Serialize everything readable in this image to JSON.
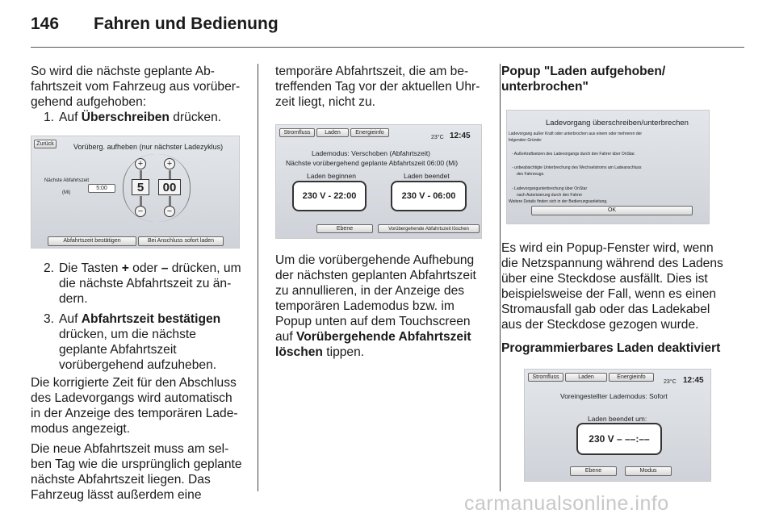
{
  "header": {
    "page_number": "146",
    "title": "Fahren und Bedienung"
  },
  "col1": {
    "intro": "So wird die nächste geplante Ab­fahrtszeit vom Fahrzeug aus vorüber­gehend aufgehoben:",
    "step1": {
      "num": "1.",
      "pre": "Auf ",
      "bold": "Überschreiben",
      "post": " drücken."
    },
    "screen1": {
      "back_button": "Zurück",
      "title": "Vorüberg. aufheben (nur nächster Ladezyklus)",
      "label_departure": "Nächste Abfahrtszeit",
      "label_unit": "(Mi)",
      "field_value": "5:00",
      "hour_digit": "5",
      "minute_digits": "00",
      "plus_symbol": "+",
      "minus_symbol": "−",
      "confirm_button": "Abfahrtszeit bestätigen",
      "immediate_button": "Bei Anschluss sofort laden"
    },
    "step2": {
      "num": "2.",
      "pre": "Die Tasten ",
      "plus": "+",
      "mid": " oder ",
      "minus": "–",
      "post": " drücken, um die nächste Abfahrtszeit zu än­dern."
    },
    "step3": {
      "num": "3.",
      "pre": "Auf ",
      "bold": "Abfahrtszeit bestätigen",
      "post": " drücken, um die nächste geplante Abfahrtszeit vorübergehend auf­zuheben."
    },
    "para1": "Die korrigierte Zeit für den Abschluss des Ladevorgangs wird automatisch in der Anzeige des temporären Lade­modus angezeigt.",
    "para2": "Die neue Abfahrtszeit muss am sel­ben Tag wie die ursprünglich ge­plante nächste Abfahrtszeit liegen. Das Fahrzeug lässt außerdem eine"
  },
  "col2": {
    "para1": "temporäre Abfahrtszeit, die am be­treffenden Tag vor der aktuellen Uhr­zeit liegt, nicht zu.",
    "screen2": {
      "tab1": "Stromfluss",
      "tab2": "Laden",
      "tab3": "Energieinfo",
      "temp": "23°C",
      "time": "12:45",
      "mode": "Lademodus: Verschoben (Abfahrtszeit)",
      "next": "Nächste vorübergehend geplante Abfahrtszeit 06:00 (Mi)",
      "start_label": "Laden beginnen",
      "end_label": "Laden beendet",
      "start_value": "230 V - 22:00",
      "end_value": "230 V - 06:00",
      "btn_level": "Ebene",
      "btn_delete": "Vorübergehende Abfahrtszeit löschen"
    },
    "para2_pre": "Um die vorübergehende Aufhebung der nächsten geplanten Abfahrtszeit zu annullieren, in der Anzeige des temporären Lademodus bzw. im Popup unten auf dem Touchscreen auf ",
    "para2_bold": "Vorübergehende Abfahrtszeit löschen",
    "para2_post": " tippen."
  },
  "col3": {
    "heading1": "Popup \"Laden aufgehoben/ unterbrochen\"",
    "popup": {
      "title": "Ladevorgang überschreiben/unterbrechen",
      "line1": "Ladevorgang außer Kraft oder unterbrochen aus einem oder mehreren der",
      "line2": "folgenden Gründe:",
      "bullet1": "- Außerkraftsetzen des Ladevorgangs durch den Fahrer über OnStar.",
      "bullet2a": "- unbeabsichtigte Unterbrechung des Wechselstroms am Ladeanschluss",
      "bullet2b": "des Fahrzeugs.",
      "bullet3a": "- Ladevorgangunterbrechung über OnStar",
      "bullet3b": "nach Autorisierung durch den Fahrer",
      "footer": "Weitere Details finden sich in der Bedienungsanleitung.",
      "ok": "OK"
    },
    "para1": "Es wird ein Popup-Fenster wird, wenn die Netzspannung während des La­dens über eine Steckdose ausfällt. Dies ist beispielsweise der Fall, wenn es einen Stromausfall gab oder das Ladekabel aus der Steckdose gezo­gen wurde.",
    "heading2": "Programmierbares Laden deaktiviert",
    "screen3": {
      "tab1": "Stromfluss",
      "tab2": "Laden",
      "tab3": "Energieinfo",
      "temp": "23°C",
      "time": "12:45",
      "mode": "Voreingestellter Lademodus: Sofort",
      "end_label": "Laden beendet um:",
      "end_value": "230 V – ––:––",
      "btn_level": "Ebene",
      "btn_mode": "Modus"
    }
  },
  "watermark": "carmanualsonline.info"
}
